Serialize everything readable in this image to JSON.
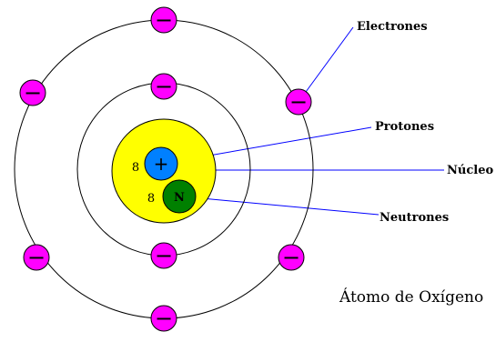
{
  "diagram": {
    "caption": "Átomo de Oxígeno",
    "labels": {
      "electrons": "Electrones",
      "protons": "Protones",
      "nucleus": "Núcleo",
      "neutrons": "Neutrones"
    },
    "nucleus": {
      "proton_count": "8",
      "neutron_count": "8",
      "proton_symbol": "+",
      "neutron_symbol": "N"
    },
    "electron_symbol": "−",
    "shells": [
      {
        "electrons": 2
      },
      {
        "electrons": 6
      }
    ],
    "colors": {
      "electron": "#ff00ff",
      "nucleus": "#ffff00",
      "proton": "#0080ff",
      "neutron": "#008000",
      "pointer_line": "#0000ff",
      "orbit": "#000000"
    }
  }
}
